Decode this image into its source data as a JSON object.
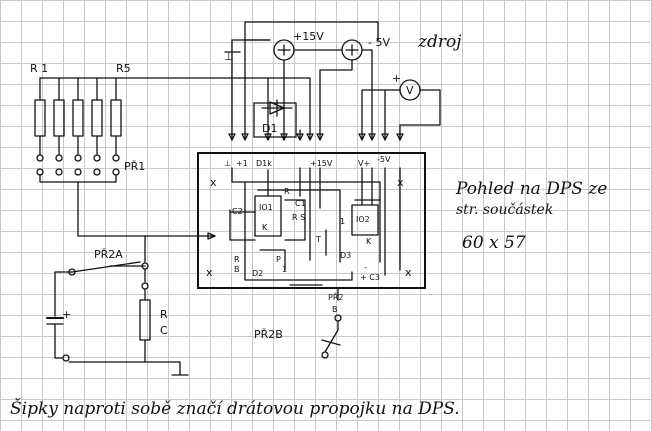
{
  "supply": {
    "ground": "⊥",
    "v15": "+15V",
    "minus5": "- 5V",
    "source": "zdroj",
    "meter": "V",
    "plus": "+"
  },
  "resistors": {
    "r1": "R 1",
    "r5": "R5"
  },
  "switches": {
    "pr1": "PŘ1",
    "pr2a": "PŘ2A",
    "pr2b": "PŘ2B",
    "pr2": "PŘ2",
    "b": "B"
  },
  "diode": {
    "label": "D1"
  },
  "cap": {
    "plus": "+"
  },
  "resistor_rc": {
    "r": "R",
    "c": "C"
  },
  "pcb": {
    "ground1": "⊥",
    "plus1": "+1",
    "d1k": "D1k",
    "v15": "+15V",
    "v_minus": "V+",
    "minus5": "-5V",
    "r": "R",
    "c1": "C1",
    "c2": "C2",
    "io1": "IO1",
    "io2": "IO2",
    "r_s": "R S",
    "k1": "K",
    "one": "1",
    "t": "T",
    "k2": "K",
    "d3": "D3",
    "r2": "R",
    "b": "B",
    "d2": "D2",
    "p": "P",
    "one2": "1",
    "c3": "+ C3",
    "minus": "-",
    "x": "x"
  },
  "note": {
    "line1": "Pohled na DPS ze",
    "line2": "str. součástek",
    "line3": "60 x 57"
  },
  "footer": "Šipky naproti sobě značí drátovou propojku na DPS."
}
